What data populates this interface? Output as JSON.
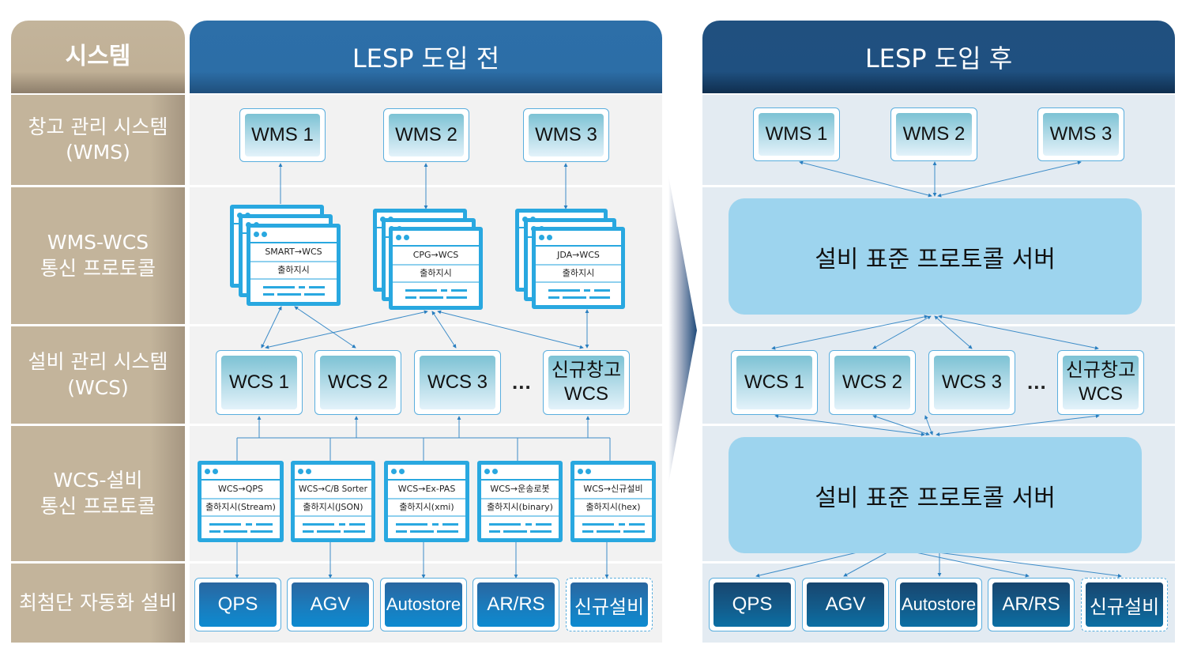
{
  "header": {
    "system_label": "시스템",
    "before_title": "LESP 도입 전",
    "after_title": "LESP 도입 후"
  },
  "rows": [
    {
      "label": "창고 관리 시스템\n(WMS)"
    },
    {
      "label": "WMS-WCS\n통신 프로토콜"
    },
    {
      "label": "설비 관리 시스템\n(WCS)"
    },
    {
      "label": "WCS-설비\n통신 프로토콜"
    },
    {
      "label": "최첨단 자동화 설비"
    }
  ],
  "wms": [
    "WMS 1",
    "WMS 2",
    "WMS 3"
  ],
  "wcs": [
    "WCS 1",
    "WCS 2",
    "WCS 3",
    "신규창고\nWCS"
  ],
  "ellipsis": "...",
  "wms_wcs_docs": [
    {
      "title": "SMART→WCS",
      "subtitle": "출하지시"
    },
    {
      "title": "CPG→WCS",
      "subtitle": "출하지시"
    },
    {
      "title": "JDA→WCS",
      "subtitle": "출하지시"
    }
  ],
  "wcs_device_docs": [
    {
      "title": "WCS→QPS",
      "subtitle": "출하지시(Stream)"
    },
    {
      "title": "WCS→C/B Sorter",
      "subtitle": "출하지시(JSON)"
    },
    {
      "title": "WCS→Ex-PAS",
      "subtitle": "출하지시(xmi)"
    },
    {
      "title": "WCS→운송로봇",
      "subtitle": "출하지시(binary)"
    },
    {
      "title": "WCS→신규설비",
      "subtitle": "출하지시(hex)"
    }
  ],
  "devices": [
    {
      "label": "QPS",
      "new": false
    },
    {
      "label": "AGV",
      "new": false
    },
    {
      "label": "Autostore",
      "new": false
    },
    {
      "label": "AR/RS",
      "new": false
    },
    {
      "label": "신규설비",
      "new": true
    }
  ],
  "server_label": "설비 표준 프로토콜 서버",
  "colors": {
    "label_column": "#c3b49b",
    "before_header": "#2d6fa8",
    "after_header": "#20507f",
    "document_border": "#29a8e0",
    "server_fill": "#9dd4ee"
  }
}
